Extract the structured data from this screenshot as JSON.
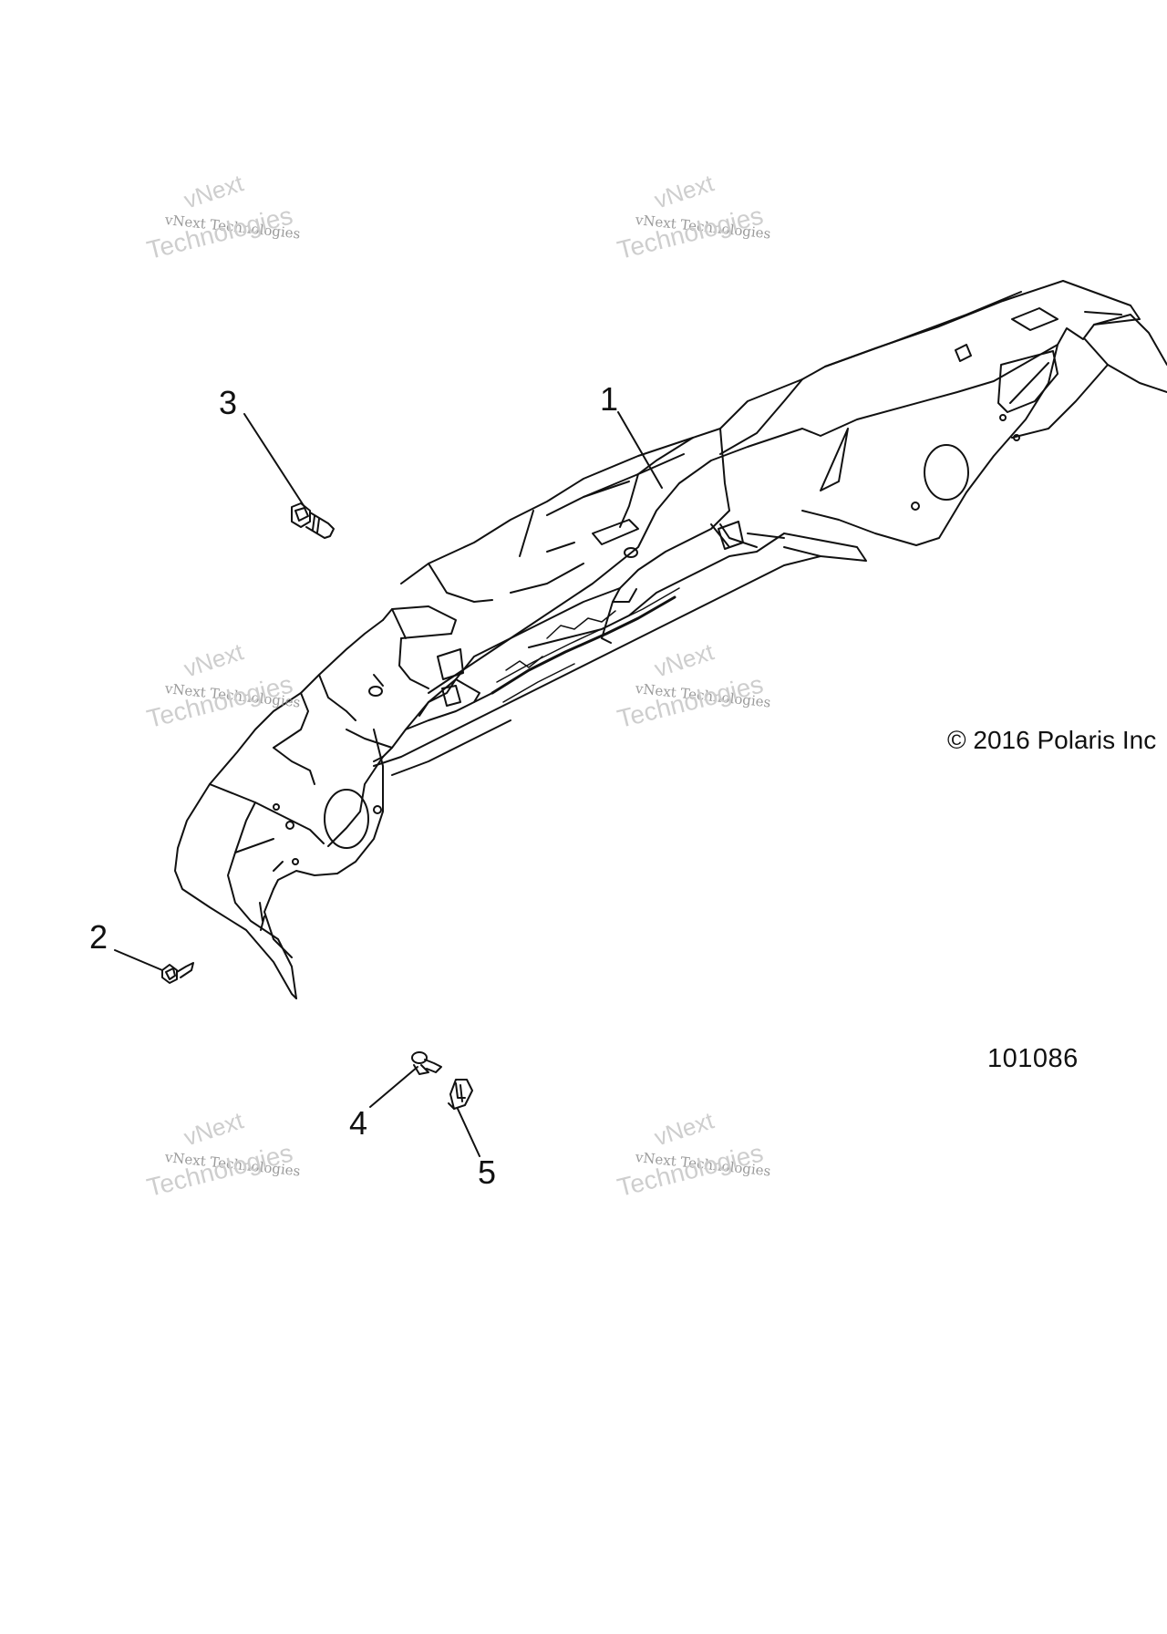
{
  "callouts": [
    "1",
    "2",
    "3",
    "4",
    "5"
  ],
  "copyright": "© 2016 Polaris Inc",
  "figure_number": "101086",
  "watermark": {
    "line1": "vNext",
    "line2": "vNext Technologies",
    "line3": "Technologies"
  },
  "colors": {
    "line": "#111111",
    "watermark": "#c6c6c6"
  }
}
